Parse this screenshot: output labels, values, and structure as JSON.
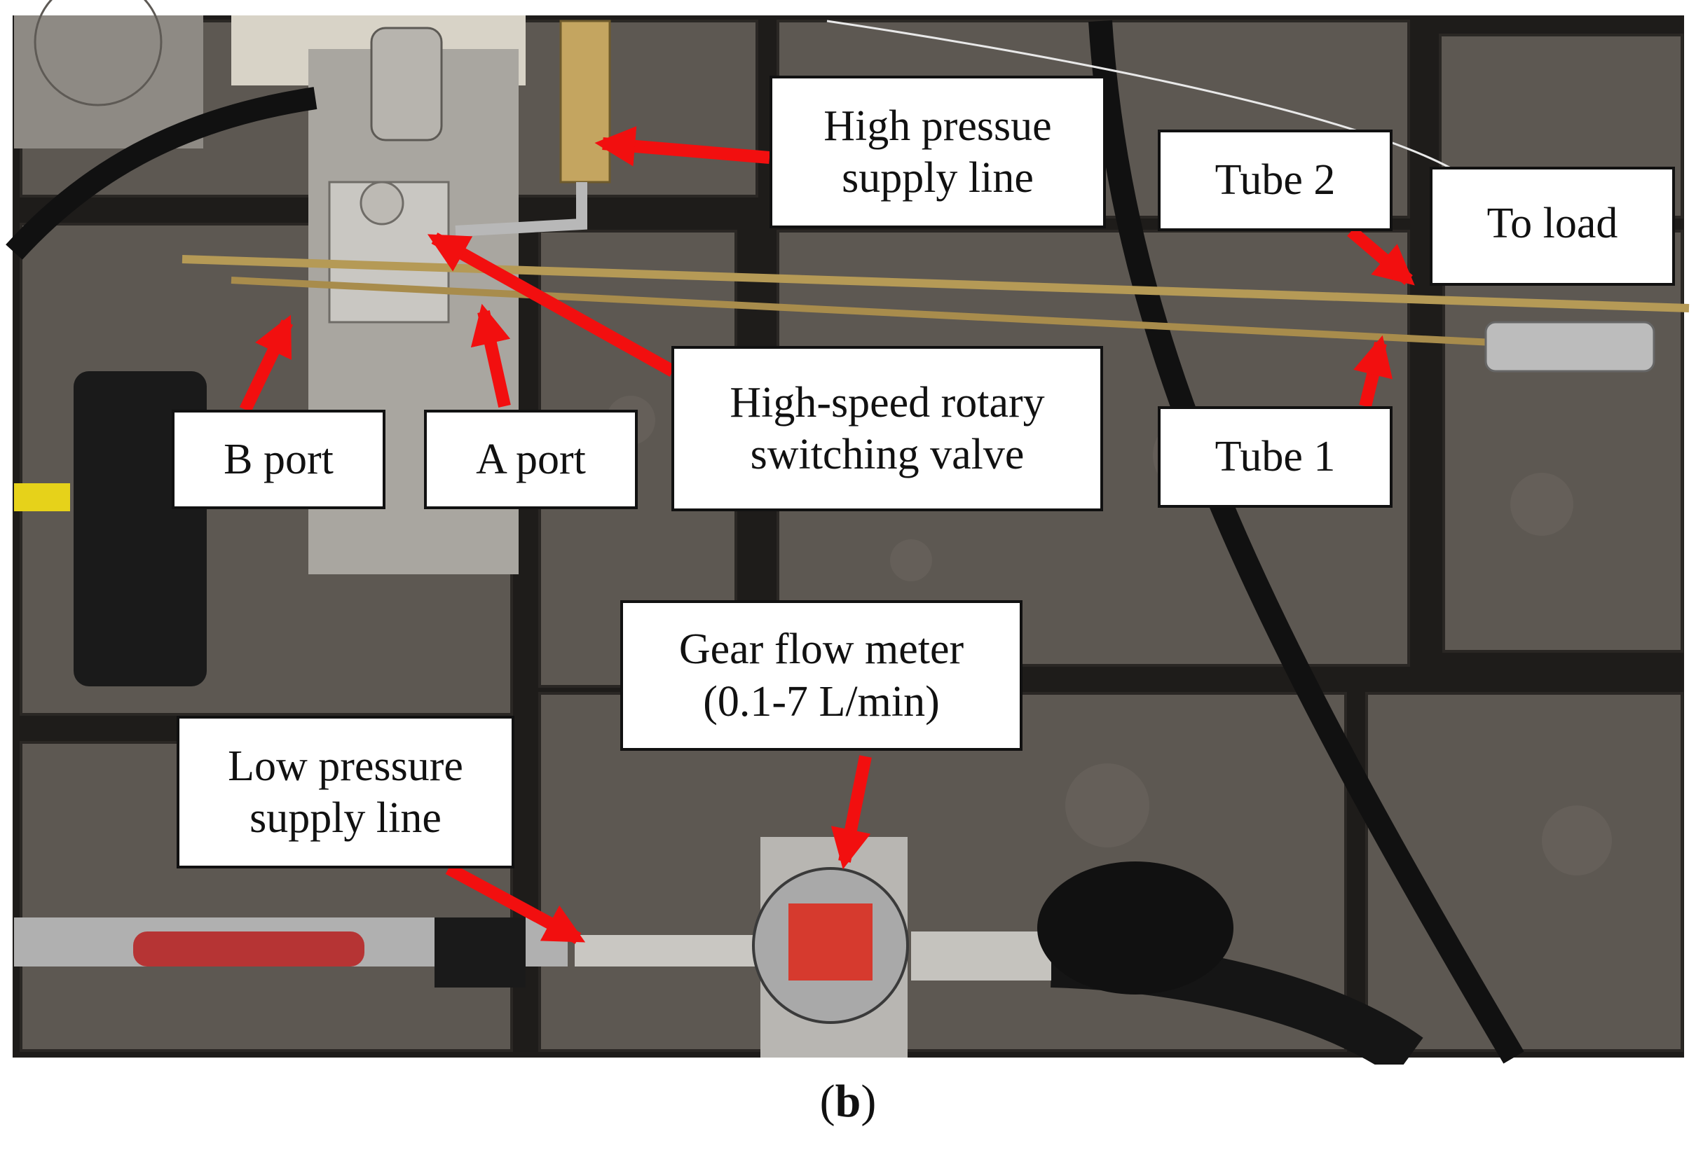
{
  "labels": {
    "high_pressure_supply_line": [
      "High pressue",
      "supply line"
    ],
    "tube_2": "Tube 2",
    "to_load": "To load",
    "tube_1": "Tube 1",
    "b_port": "B port",
    "a_port": "A port",
    "rotary_valve": [
      "High-speed rotary",
      "switching valve"
    ],
    "gear_flow_meter": [
      "Gear flow meter",
      "(0.1-7 L/min)"
    ],
    "low_pressure_supply_line": [
      "Low pressure",
      "supply line"
    ]
  },
  "caption": {
    "open": "(",
    "letter": "b",
    "close": ")"
  },
  "colors": {
    "arrow": "#f20f0f",
    "flow_arrow": "#5b9bd5",
    "plate": "#5a544e",
    "groove": "#1b1917",
    "brass": "#b59a56"
  }
}
